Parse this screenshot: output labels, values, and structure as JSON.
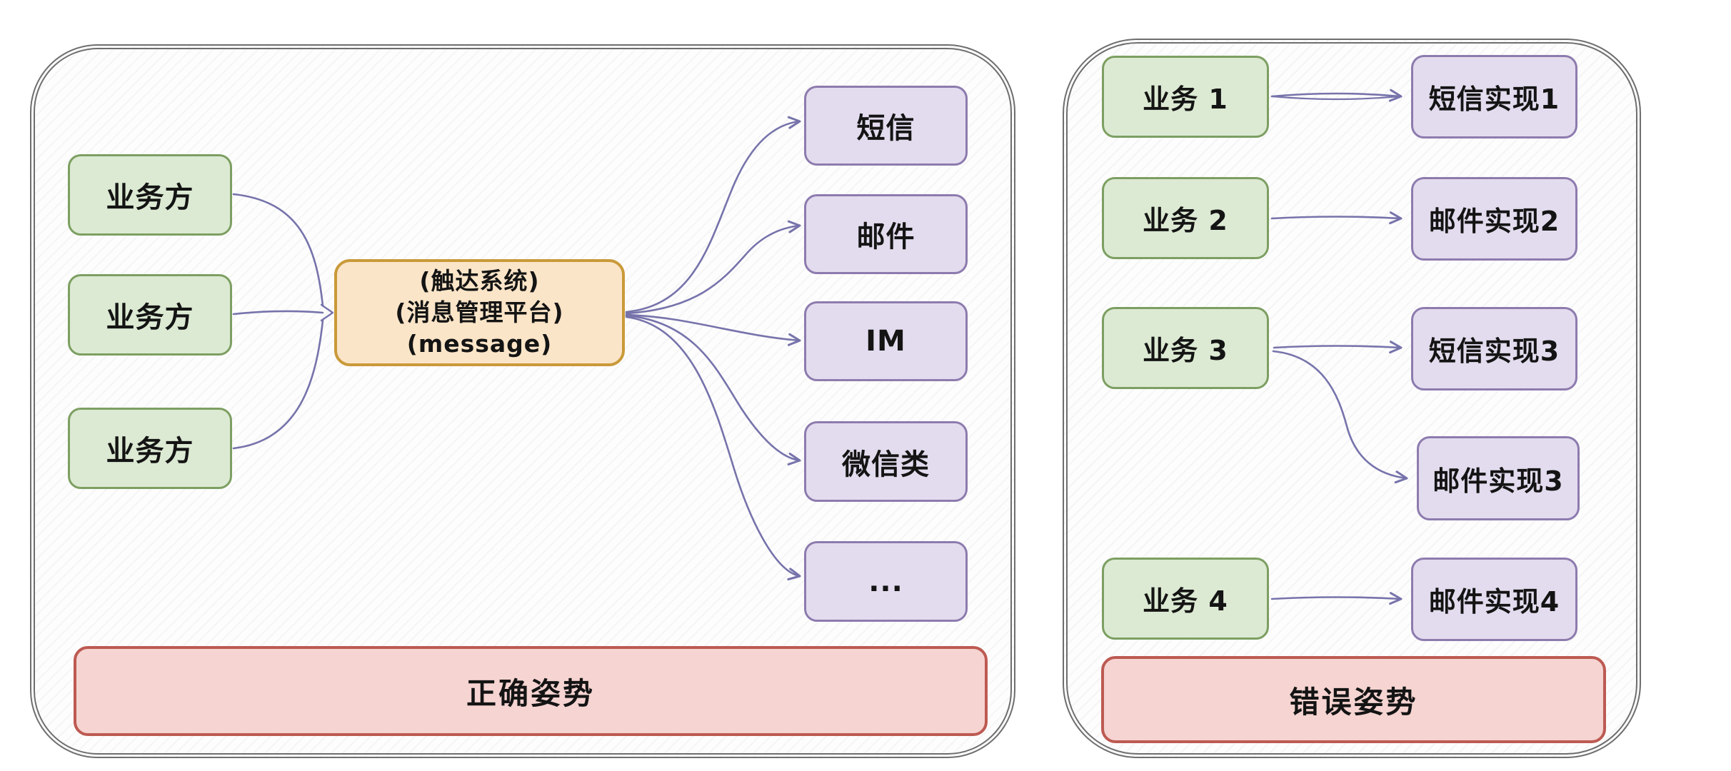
{
  "diagram": {
    "left_panel": {
      "caption": "正确姿势",
      "sources": [
        "业务方",
        "业务方",
        "业务方"
      ],
      "hub_lines": [
        "(触达系统)",
        "(消息管理平台)",
        "(message)"
      ],
      "channels": [
        "短信",
        "邮件",
        "IM",
        "微信类",
        "..."
      ]
    },
    "right_panel": {
      "caption": "错误姿势",
      "businesses": [
        "业务 1",
        "业务 2",
        "业务 3",
        "业务 4"
      ],
      "implementations": [
        "短信实现1",
        "邮件实现2",
        "短信实现3",
        "邮件实现3",
        "邮件实现4"
      ]
    }
  },
  "colors": {
    "green-fill": "#dcead3",
    "green-stroke": "#7d9f62",
    "purple-fill": "#e3dcee",
    "purple-stroke": "#8d7bae",
    "orange-fill": "#fbe5c8",
    "orange-stroke": "#c99a3a",
    "red-fill": "#f5d4d1",
    "red-stroke": "#bd5a52",
    "arrow": "#7673ab",
    "panel-border": "#6e6e6e",
    "text": "#141414"
  }
}
